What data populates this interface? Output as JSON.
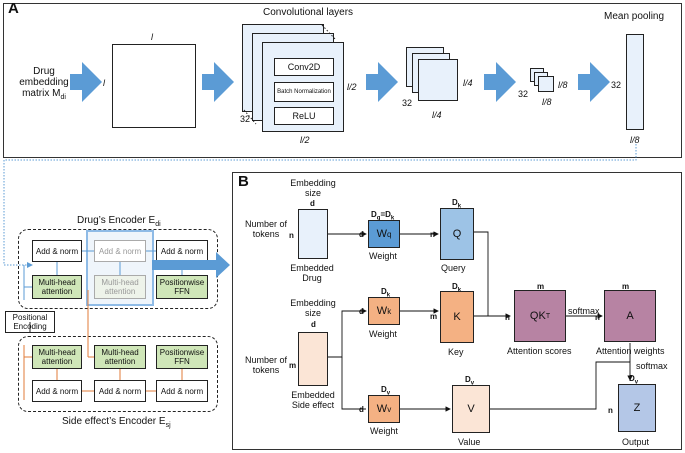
{
  "panel_a": {
    "letter": "A",
    "title": "Convolutional layers",
    "mean_pooling": "Mean pooling",
    "input_label_1": "Drug",
    "input_label_2": "embedding",
    "input_label_3": "matrix M",
    "input_label_sub": "di",
    "dim_l": "l",
    "conv_blocks": [
      "Conv2D",
      "Batch Normalization",
      "ReLU"
    ],
    "dim_32": "32",
    "dim_l2": "l/2",
    "dim_l4": "l/4",
    "dim_l8": "l/8"
  },
  "encoder": {
    "drug_title": "Drug’s Encoder E",
    "drug_sub": "di",
    "side_title": "Side effect’s Encoder E",
    "side_sub": "sj",
    "add_norm": "Add & norm",
    "mha": "Multi-head attention",
    "ffn": "Positionwise FFN",
    "pos_enc": "Positional Encoding"
  },
  "panel_b": {
    "letter": "B",
    "emb_size": "Embedding size",
    "num_tokens": "Number of tokens",
    "d": "d",
    "n": "n",
    "m": "m",
    "embedded_drug": "Embedded Drug",
    "embedded_side": "Embedded Side effect",
    "weight": "Weight",
    "wq": "W",
    "wq_sub": "q",
    "wk": "W",
    "wk_sub": "k",
    "wv": "W",
    "wv_sub": "v",
    "dq_dk": "D",
    "dk": "D",
    "dk_sub": "k",
    "dv": "D",
    "dv_sub": "v",
    "q": "Q",
    "k": "K",
    "v": "V",
    "query": "Query",
    "key": "Key",
    "value": "Value",
    "qkt": "QK",
    "qkt_sup": "T",
    "attention_scores": "Attention scores",
    "softmax": "softmax",
    "a": "A",
    "attention_weights": "Attention weights",
    "z": "Z",
    "output": "Output"
  },
  "colors": {
    "arrow_blue": "#5b9bd5",
    "wq_blue": "#5b9bd5",
    "q_blue": "#9dc3e6",
    "orange": "#f4b183",
    "peach": "#fbe5d6",
    "purple": "#b783a3",
    "green": "#cfe6b8",
    "z_blue": "#b4c7e7"
  }
}
